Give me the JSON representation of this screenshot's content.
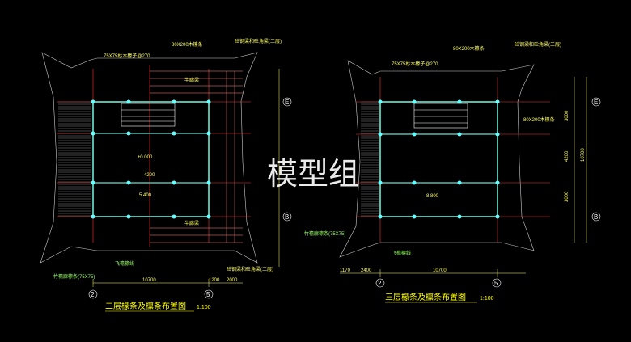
{
  "watermark": "模型组",
  "drawings": [
    {
      "id": "left",
      "title": "二层椽条及檩条布置图",
      "scale": "1:100",
      "labels": {
        "rafter": "75X75杉木椽子@270",
        "purlin_top": "80X200木檩条",
        "beam_top": "砼钢梁和砼角梁(二层)",
        "tie1": "半廊梁",
        "tie2": "砼钢梁和砼角梁(二层)",
        "elev1": "±0.000",
        "dim_mid": "4200",
        "elev2": "5.400",
        "bottom1": "飞檐檩线",
        "bottom2": "竹檐廊檩条(75X75)",
        "corner": "半廊梁"
      },
      "dims": {
        "overall": "10700",
        "right1": "1200",
        "right2": "2000"
      },
      "axes": {
        "left": "2",
        "right": "5",
        "top": "E",
        "bottom": "B"
      }
    },
    {
      "id": "right",
      "title": "三层椽条及檩条布置图",
      "scale": "1:100",
      "labels": {
        "rafter": "75X75杉木椽子@270",
        "purlin_top": "80X200木檩条",
        "beam_top": "砼钢梁和砼角梁(三层)",
        "purlin_side": "80X200木檩条",
        "elev": "8.800",
        "bottom1": "飞檐檩线",
        "bottom2": "竹檐廊檩条(75X75)"
      },
      "dims": {
        "overall": "10700",
        "d1": "1170",
        "d2": "2400",
        "v1": "3000",
        "v2": "4200",
        "v3": "3000",
        "vt": "10700"
      },
      "axes": {
        "left": "2",
        "right": "5",
        "top": "E",
        "bottom": "B"
      }
    }
  ],
  "colors": {
    "background": "#000000",
    "frame": "#55bbaa",
    "column": "#66ffff",
    "grid_red": "#ff3333",
    "rafter": "#bbbbbb",
    "dim": "#ffff66",
    "title": "#ffff00"
  }
}
